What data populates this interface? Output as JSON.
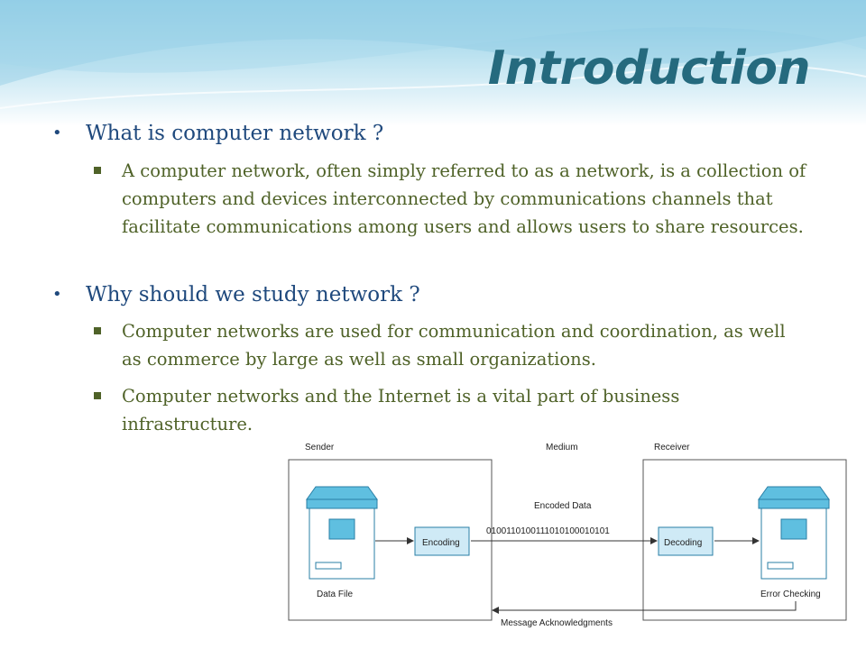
{
  "slide": {
    "title": "Introduction",
    "bullets": [
      {
        "heading": "What is computer network ?",
        "subs": [
          "A computer network, often simply referred to as a network, is a collection of computers and devices interconnected by communications channels that facilitate communications among users and allows users to share resources."
        ]
      },
      {
        "heading": "Why should we study network ?",
        "subs": [
          "Computer networks are used for communication and coordination, as well as commerce by large as well as small organizations.",
          "Computer networks and the Internet is a vital part of business infrastructure."
        ]
      }
    ]
  },
  "diagram": {
    "sender_label": "Sender",
    "medium_label": "Medium",
    "receiver_label": "Receiver",
    "encoded_data_label": "Encoded Data",
    "bit_string": "01001101001110101000101​01",
    "encoding_label": "Encoding",
    "decoding_label": "Decoding",
    "data_file_label": "Data File",
    "error_checking_label": "Error Checking",
    "ack_label": "Message Acknowledgments"
  },
  "colors": {
    "title": "#256a7e",
    "heading": "#1f497d",
    "body": "#4f6228",
    "computer_fill": "#5fbfe0",
    "box_fill": "#cfeaf6"
  }
}
